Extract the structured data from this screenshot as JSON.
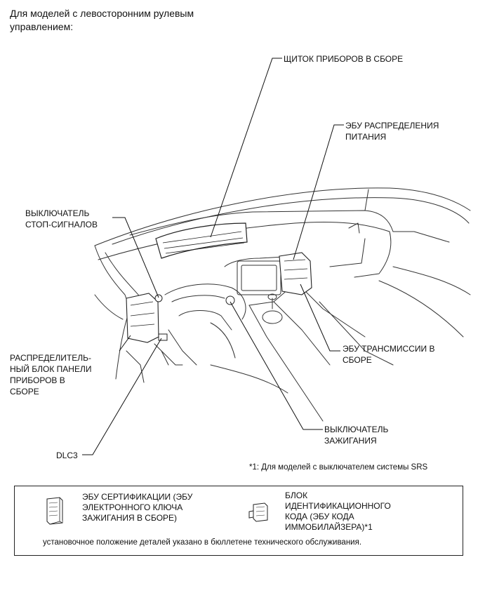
{
  "heading_lines": [
    "Для моделей с левосторонним рулевым",
    "управлением:"
  ],
  "labels": {
    "combination_meter": "ЩИТОК ПРИБОРОВ В СБОРЕ",
    "power_ecu_1": "ЭБУ РАСПРЕДЕЛЕНИЯ",
    "power_ecu_2": "ПИТАНИЯ",
    "stop_switch_1": "ВЫКЛЮЧАТЕЛЬ",
    "stop_switch_2": "СТОП-СИГНАЛОВ",
    "junction_1": "РАСПРЕДЕЛИТЕЛЬ-",
    "junction_2": "НЫЙ БЛОК ПАНЕЛИ",
    "junction_3": "ПРИБОРОВ В",
    "junction_4": "СБОРЕ",
    "transmission_1": "ЭБУ ТРАНСМИССИИ В",
    "transmission_2": "СБОРЕ",
    "ignition_1": "ВЫКЛЮЧАТЕЛЬ",
    "ignition_2": "ЗАЖИГАНИЯ",
    "dlc3": "DLC3"
  },
  "note": "*1: Для моделей с выключателем системы SRS",
  "legend": {
    "cert_ecu_1": "ЭБУ СЕРТИФИКАЦИИ (ЭБУ",
    "cert_ecu_2": "ЭЛЕКТРОННОГО КЛЮЧА",
    "cert_ecu_3": "ЗАЖИГАНИЯ В СБОРЕ)",
    "immo_1": "БЛОК",
    "immo_2": "ИДЕНТИФИКАЦИОННОГО",
    "immo_3": "КОДА (ЭБУ КОДА",
    "immo_4": "ИММОБИЛАЙЗЕРА)*1",
    "footer": "установочное положение деталей указано в бюллетене технического обслуживания."
  }
}
